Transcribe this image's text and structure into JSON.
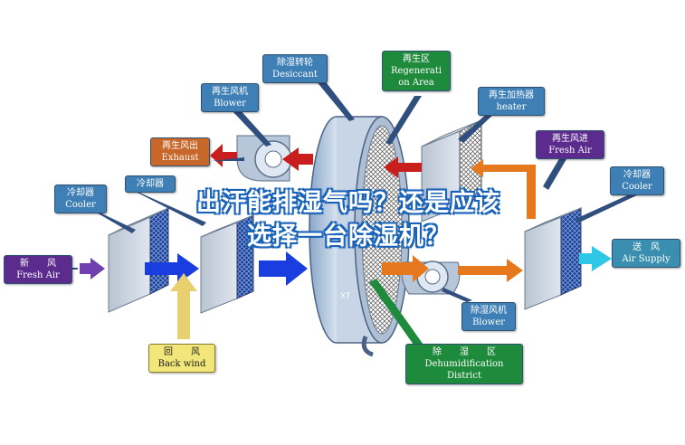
{
  "colors": {
    "label_blue": "#3e7fb5",
    "label_orange": "#c8672a",
    "label_purple": "#5b2c8e",
    "label_yellow": "#f0e67a",
    "label_green": "#1e8a3c",
    "label_teal": "#3a8fb0",
    "arrow_blue": "#1a3de0",
    "arrow_red": "#c81e1e",
    "arrow_orange": "#e6781e",
    "arrow_yellow": "#e8d070",
    "arrow_cyan": "#2ec8e6",
    "arrow_purple": "#7040b0",
    "headline_outline": "#1a63b8"
  },
  "headline": {
    "line1": "出汗能排湿气吗？还是应该",
    "line2": "选择一台除湿机？"
  },
  "labels": {
    "desiccant_wheel": {
      "cn": "除湿转轮",
      "en": "Desiccant"
    },
    "regeneration_area": {
      "cn": "再生区",
      "en1": "Regenerati",
      "en2": "on Area"
    },
    "regen_blower": {
      "cn": "再生风机",
      "en": "Blower"
    },
    "regen_heater": {
      "cn": "再生加热器",
      "en": "heater"
    },
    "regen_exhaust": {
      "cn": "再生风出",
      "en": "Exhaust"
    },
    "regen_fresh_air": {
      "cn": "再生风进",
      "en": "Fresh Air"
    },
    "cooler_left": {
      "cn": "冷却器",
      "en": "Cooler"
    },
    "cooler_mid": {
      "cn": "冷却器"
    },
    "cooler_right": {
      "cn": "冷却器",
      "en": "Cooler"
    },
    "fresh_air_in": {
      "cn": "新　　风",
      "en": "Fresh Air"
    },
    "air_supply": {
      "cn": "送　风",
      "en": "Air Supply"
    },
    "back_wind": {
      "cn": "回　　风",
      "en": "Back wind"
    },
    "dehum_blower": {
      "cn": "除湿风机",
      "en": "Blower"
    },
    "dehum_district": {
      "cn": "除　　湿　　区",
      "en1": "Dehumidification",
      "en2": "District"
    }
  },
  "watermark": "XT"
}
